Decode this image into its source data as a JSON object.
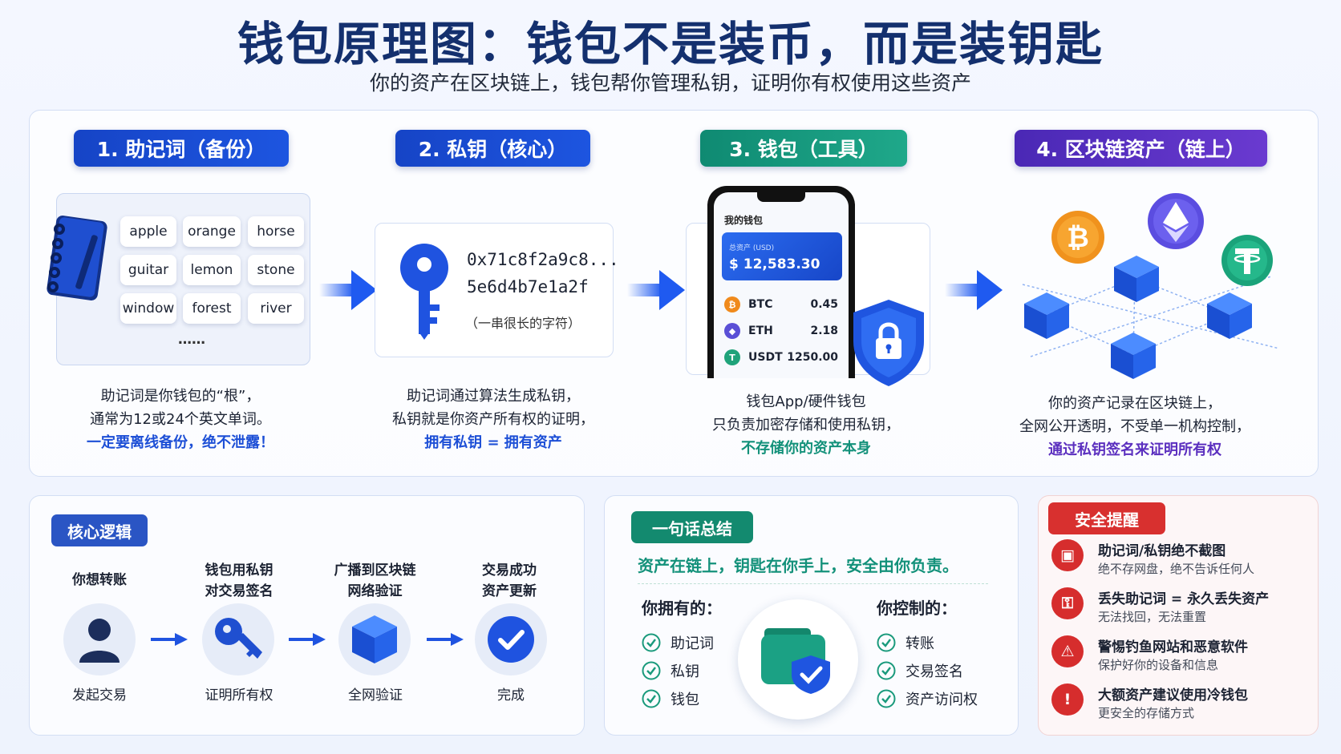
{
  "header": {
    "title": "钱包原理图：钱包不是装币，而是装钥匙",
    "subtitle": "你的资产在区块链上，钱包帮你管理私钥，证明你有权使用这些资产"
  },
  "steps": [
    {
      "label": "1. 助记词（备份）",
      "color": "#1747c9",
      "desc_lines": [
        "助记词是你钱包的“根”，",
        "通常为12或24个英文单词。"
      ],
      "highlight": "一定要离线备份，绝不泄露！",
      "highlight_color": "#1d4fd6"
    },
    {
      "label": "2. 私钥（核心）",
      "color": "#1747c9",
      "desc_lines": [
        "助记词通过算法生成私钥，",
        "私钥就是你资产所有权的证明，"
      ],
      "highlight": "拥有私钥 = 拥有资产",
      "highlight_color": "#1d4fd6"
    },
    {
      "label": "3. 钱包（工具）",
      "color": "#14927a",
      "desc_lines": [
        "钱包App/硬件钱包",
        "只负责加密存储和使用私钥，"
      ],
      "highlight": "不存储你的资产本身",
      "highlight_color": "#13917a"
    },
    {
      "label": "4. 区块链资产（链上）",
      "color": "#5a2fc0",
      "desc_lines": [
        "你的资产记录在区块链上，",
        "全网公开透明，不受单一机构控制，"
      ],
      "highlight": "通过私钥签名来证明所有权",
      "highlight_color": "#5b2fbf"
    }
  ],
  "mnemonic": {
    "words": [
      "apple",
      "orange",
      "horse",
      "guitar",
      "lemon",
      "stone",
      "window",
      "forest",
      "river"
    ],
    "ellipsis": "……"
  },
  "private_key": {
    "line1": "0x71c8f2a9c8...",
    "line2": "5e6d4b7e1a2f",
    "note": "（一串很长的字符）"
  },
  "phone": {
    "title": "我的钱包",
    "balance_label": "总资产 (USD)",
    "balance": "$ 12,583.30",
    "assets": [
      {
        "symbol": "BTC",
        "amount": "0.45",
        "icon": "bitcoin-icon",
        "color": "#f08a1c"
      },
      {
        "symbol": "ETH",
        "amount": "2.18",
        "icon": "ethereum-icon",
        "color": "#5a4fd6"
      },
      {
        "symbol": "USDT",
        "amount": "1250.00",
        "icon": "tether-icon",
        "color": "#1fa37a"
      }
    ]
  },
  "core_logic": {
    "tag": "核心逻辑",
    "steps": [
      {
        "top": [
          "你想转账"
        ],
        "bottom": "发起交易",
        "icon": "user-icon"
      },
      {
        "top": [
          "钱包用私钥",
          "对交易签名"
        ],
        "bottom": "证明所有权",
        "icon": "key-icon"
      },
      {
        "top": [
          "广播到区块链",
          "网络验证"
        ],
        "bottom": "全网验证",
        "icon": "block-icon"
      },
      {
        "top": [
          "交易成功",
          "资产更新"
        ],
        "bottom": "完成",
        "icon": "check-circle-icon"
      }
    ]
  },
  "summary": {
    "tag": "一句话总结",
    "headline": "资产在链上，钥匙在你手上，安全由你负责。",
    "own_title": "你拥有的：",
    "own_items": [
      "助记词",
      "私钥",
      "钱包"
    ],
    "control_title": "你控制的：",
    "control_items": [
      "转账",
      "交易签名",
      "资产访问权"
    ]
  },
  "safety": {
    "tag": "安全提醒",
    "items": [
      {
        "title": "助记词/私钥绝不截图",
        "sub": "绝不存网盘，绝不告诉任何人",
        "icon": "no-screenshot-icon"
      },
      {
        "title": "丢失助记词 = 永久丢失资产",
        "sub": "无法找回，无法重置",
        "icon": "lost-key-icon"
      },
      {
        "title": "警惕钓鱼网站和恶意软件",
        "sub": "保护好你的设备和信息",
        "icon": "phishing-icon"
      },
      {
        "title": "大额资产建议使用冷钱包",
        "sub": "更安全的存储方式",
        "icon": "warning-icon"
      }
    ]
  }
}
